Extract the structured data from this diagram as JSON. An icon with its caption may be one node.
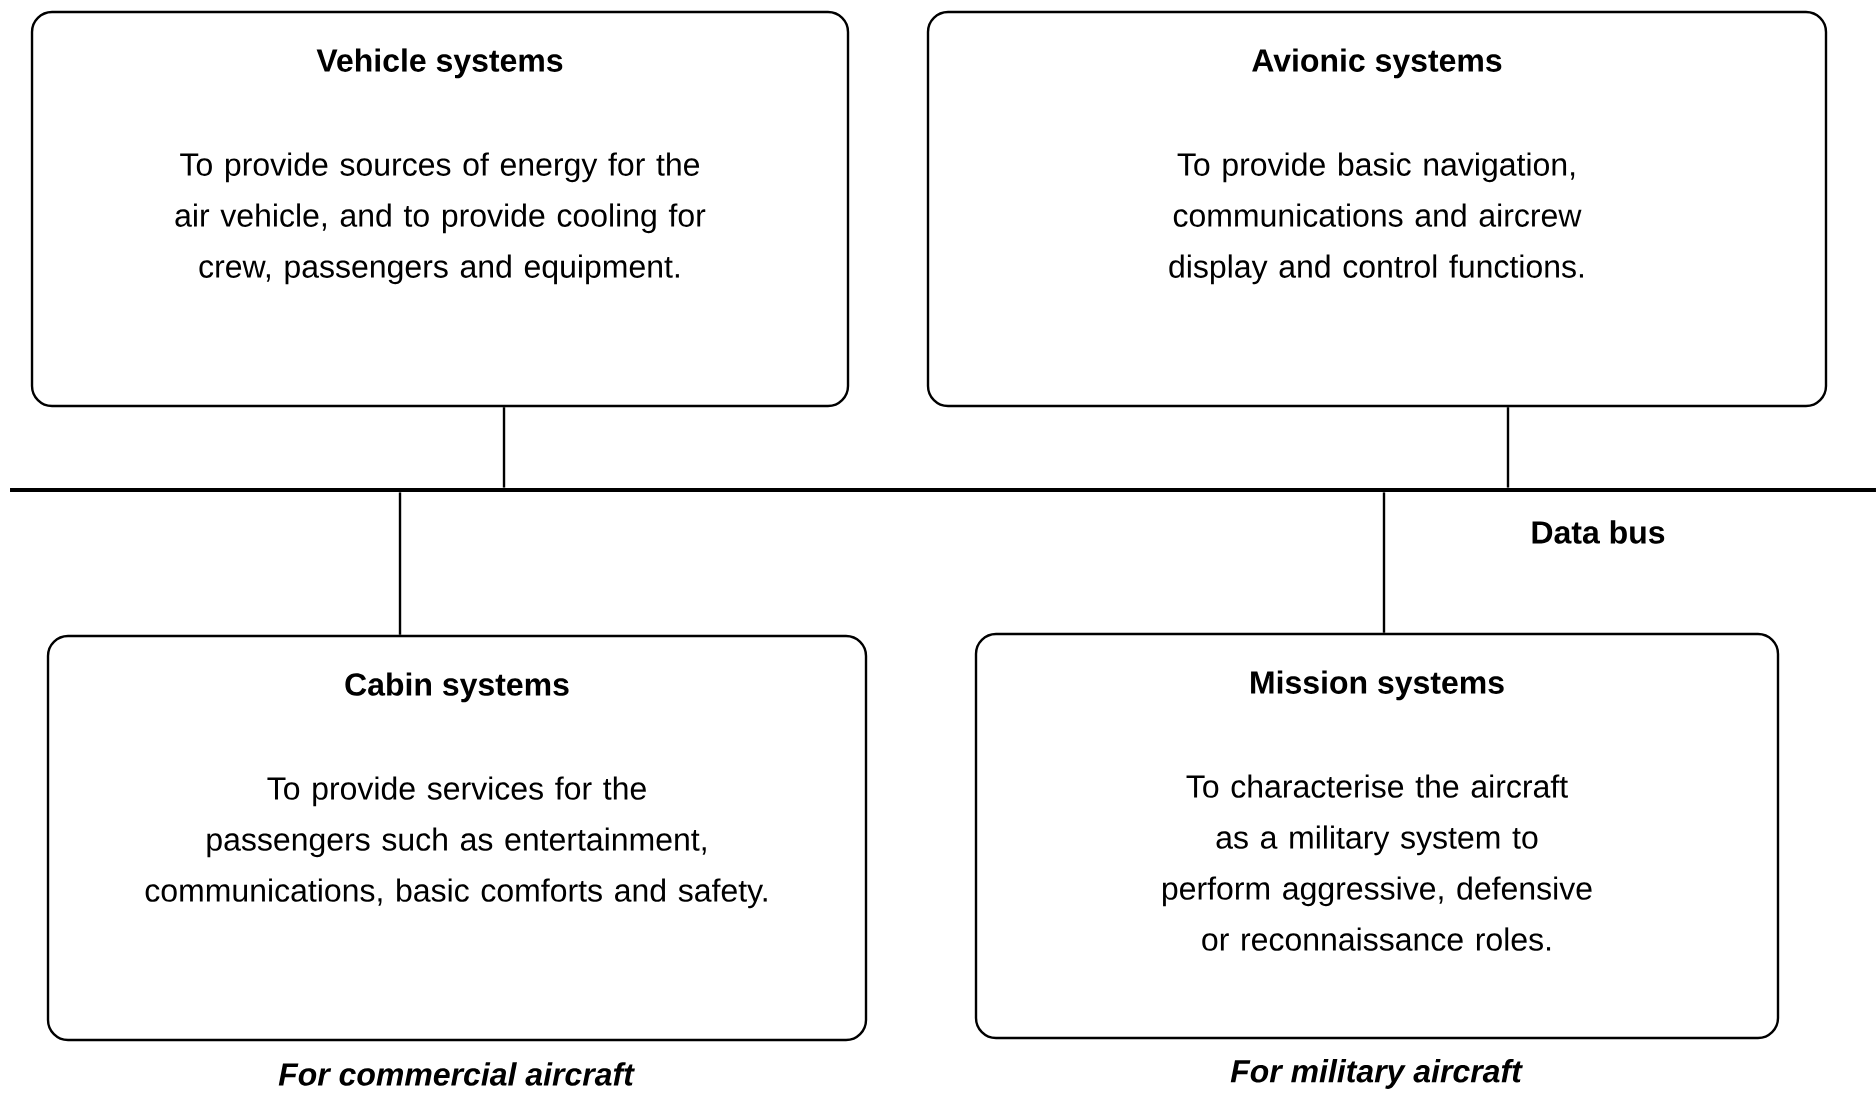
{
  "diagram": {
    "nodes": [
      {
        "text": [
          "Vehicle systems",
          "To provide sources of energy for the air vehicle, and to provide cooling for crew, passengers and equipment."
        ]
      },
      {
        "text": [
          "Avionic systems",
          "To provide basic navigation, communications and aircrew display and control functions."
        ]
      },
      {
        "text": [
          "Cabin systems",
          "To provide services for the passengers such as entertainment, communications, basic comforts and safety."
        ],
        "beside": [
          "For commercial aircraft"
        ]
      },
      {
        "text": [
          "Mission systems",
          "To characterise the aircraft as a military system to perform aggressive, defensive or reconnaissance roles."
        ],
        "beside": [
          "For military aircraft"
        ]
      },
      {
        "text": [],
        "shape": "bar",
        "beside": [
          "Data bus"
        ]
      }
    ],
    "edges": [
      {
        "from": 0,
        "to": 4,
        "arrow": "none"
      },
      {
        "from": 1,
        "to": 4,
        "arrow": "none"
      },
      {
        "from": 4,
        "to": 2,
        "arrow": "none"
      },
      {
        "from": 4,
        "to": 3,
        "arrow": "none"
      }
    ]
  }
}
